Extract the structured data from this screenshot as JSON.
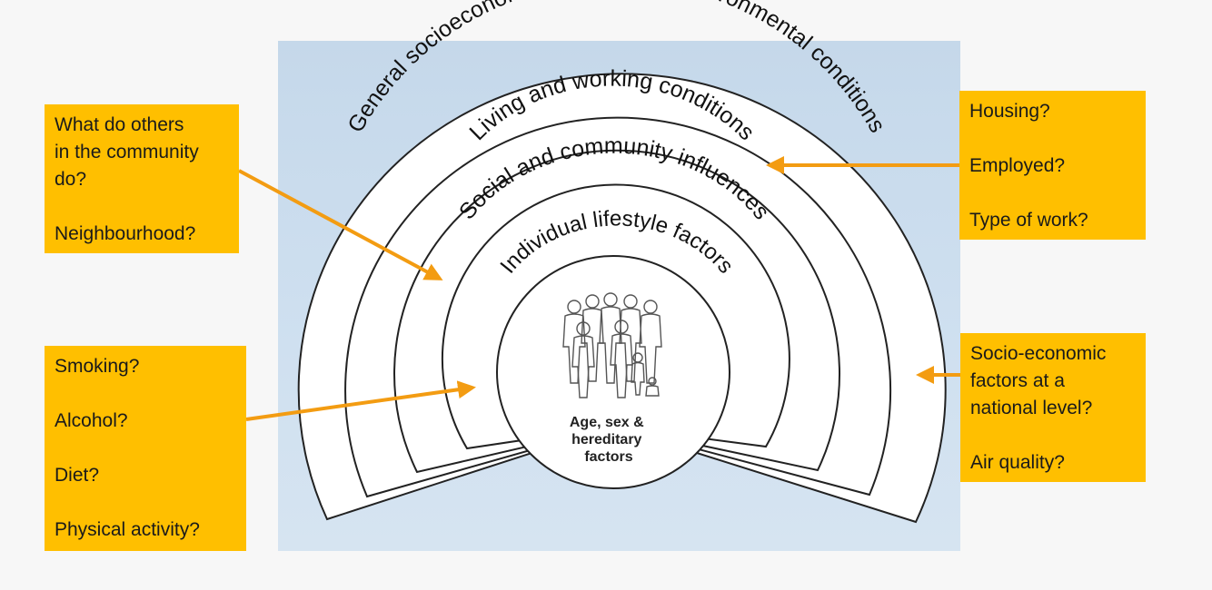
{
  "layers": [
    {
      "id": "general",
      "label": "General socioeconomic, cultural and environmental conditions"
    },
    {
      "id": "living",
      "label": "Living and working conditions"
    },
    {
      "id": "social",
      "label": "Social and community influences"
    },
    {
      "id": "individual",
      "label": "Individual lifestyle factors"
    }
  ],
  "core": {
    "lines": [
      "Age, sex &",
      "hereditary",
      "factors"
    ],
    "icon": "people-group-icon"
  },
  "callouts": {
    "community": {
      "lines": [
        "What do others",
        "in the community",
        "do?",
        "",
        "Neighbourhood?"
      ]
    },
    "lifestyle": {
      "lines": [
        "Smoking?",
        "",
        "Alcohol?",
        "",
        "Diet?",
        "",
        "Physical activity?"
      ]
    },
    "living": {
      "lines": [
        "Housing?",
        "",
        "Employed?",
        "",
        "Type of work?"
      ]
    },
    "socio": {
      "lines": [
        "Socio-economic",
        "factors at a",
        "national level?",
        "",
        "Air quality?"
      ]
    }
  },
  "colors": {
    "callout_fill": "#ffbf00",
    "arrow": "#f39c12",
    "panel": "#cbdcec",
    "ring_fill": "#ffffff",
    "ring_stroke": "#222222"
  }
}
